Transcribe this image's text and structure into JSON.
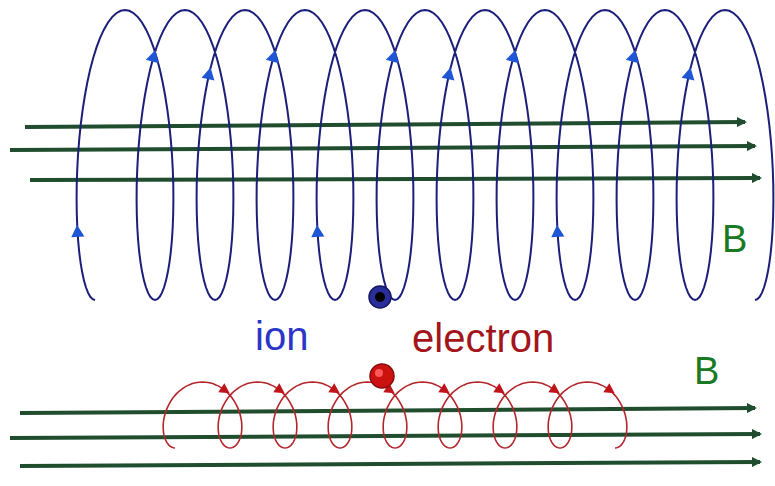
{
  "diagram": {
    "labels": [
      "B",
      "ion",
      "electron",
      "B"
    ]
  }
}
